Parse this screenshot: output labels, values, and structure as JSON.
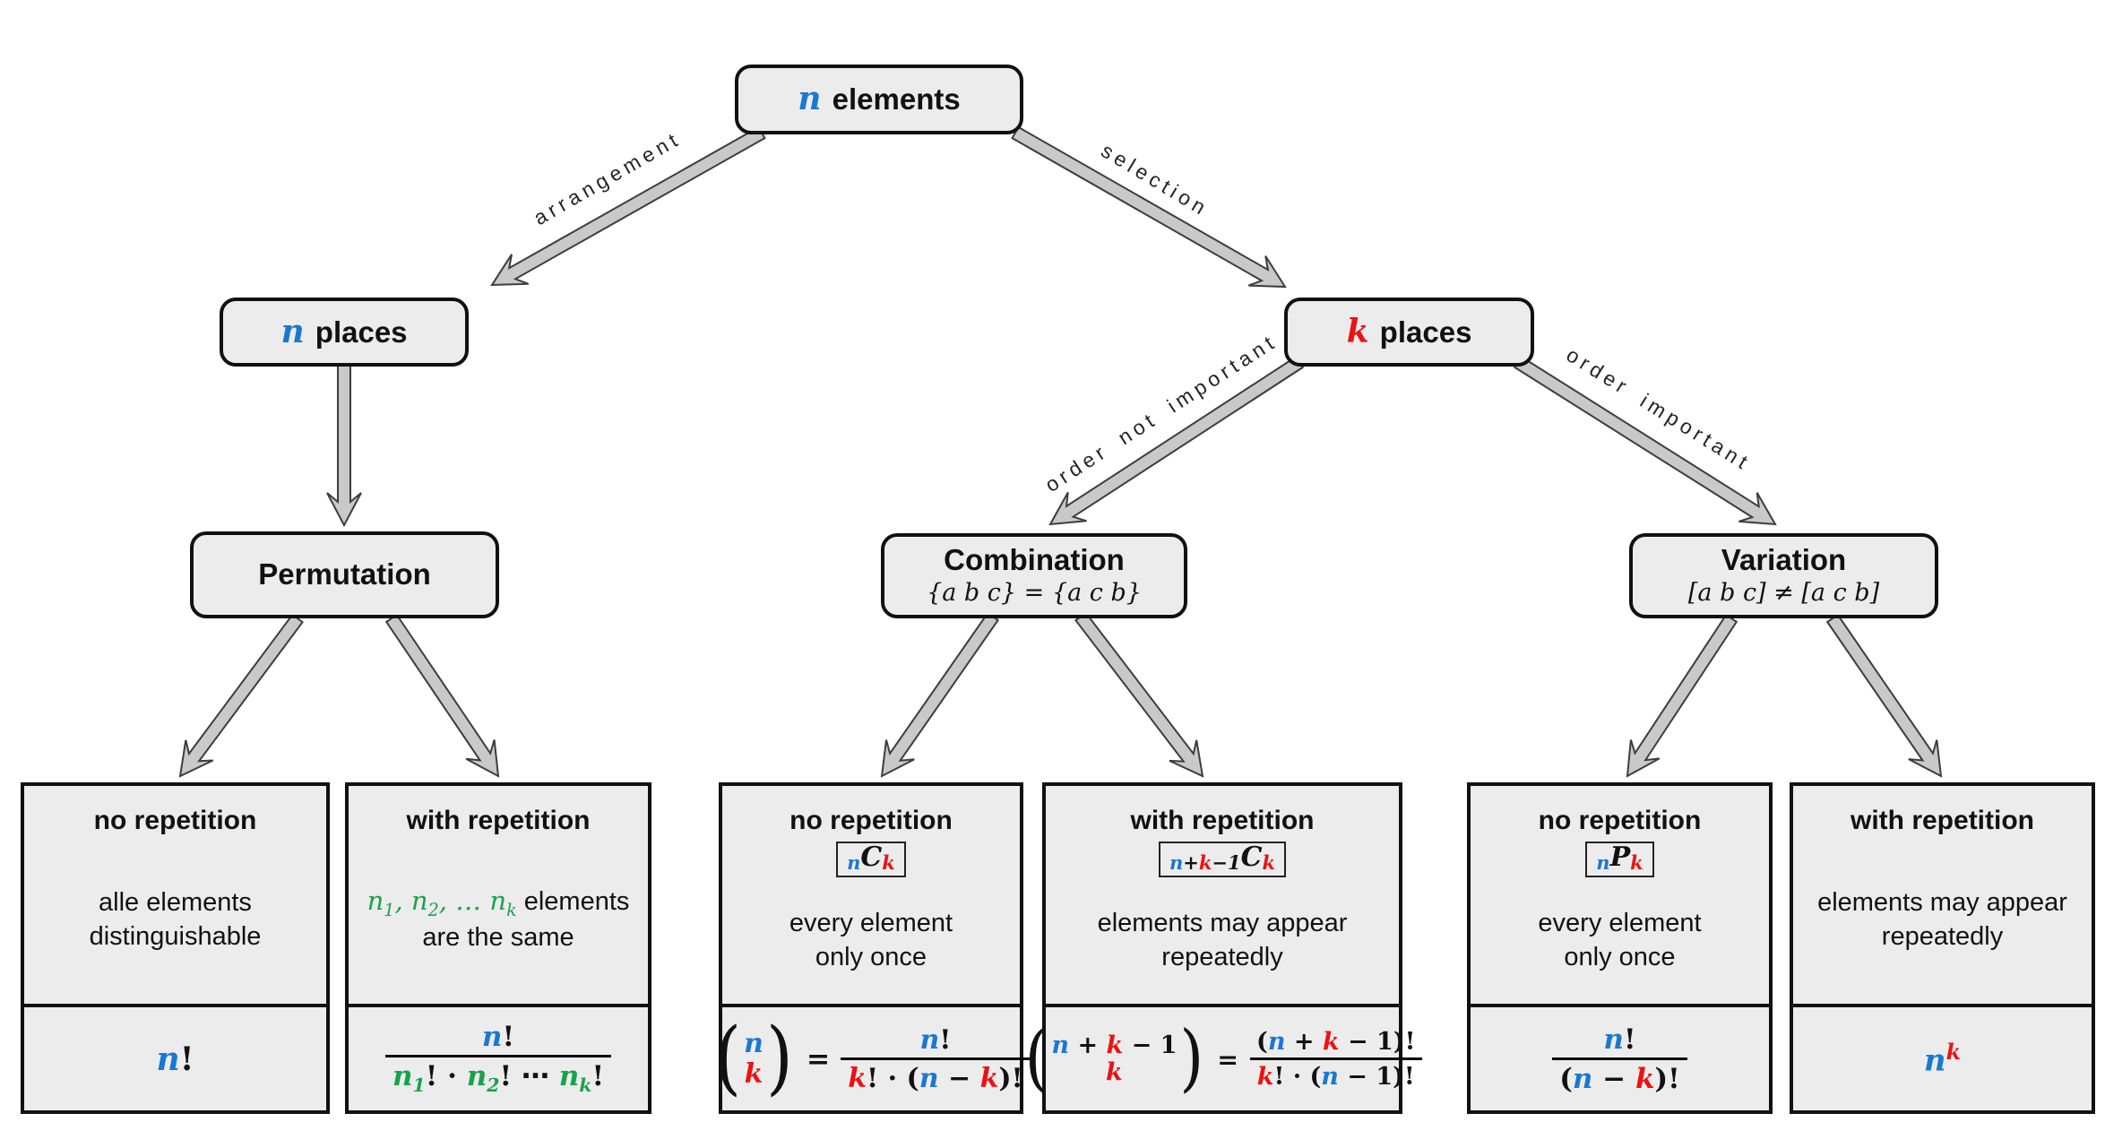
{
  "colors": {
    "blue": "#1a78d2",
    "red": "#ee1111",
    "green": "#17a34b",
    "node_fill": "#ececec",
    "border": "#111111",
    "arrow_fill": "#c9c9c9",
    "arrow_stroke": "#3d3d3d"
  },
  "nodes": {
    "root": {
      "var": "n",
      "rest": " elements"
    },
    "n_places": {
      "var": "n",
      "rest": " places"
    },
    "k_places": {
      "var": "k",
      "rest": " places"
    },
    "permutation": {
      "title": "Permutation"
    },
    "combination": {
      "title": "Combination",
      "math": "{a b c} = {a c b}"
    },
    "variation": {
      "title": "Variation",
      "math": "[a b c] ≠ [a c b]"
    }
  },
  "edges": {
    "arrangement": "arrangement",
    "selection": "selection",
    "order_not": "order not important",
    "order_imp": "order important"
  },
  "leaves": [
    {
      "title": "no repetition",
      "desc1": "alle elements",
      "desc2": "distinguishable",
      "f": {
        "n": "n",
        "bang": "!"
      }
    },
    {
      "title": "with repetition",
      "dm": {
        "n1": "n",
        "s1": "1",
        "c1": ", ",
        "n2": "n",
        "s2": "2",
        "c2": ", … ",
        "nk": "n",
        "sk": "k",
        "rest": " elements"
      },
      "desc2": "are the same",
      "f": {
        "num_n": "n",
        "num_b": "!",
        "d1n": "n",
        "d1s": "1",
        "d1b": "! · ",
        "d2n": "n",
        "d2s": "2",
        "d2b": "! ⋯ ",
        "dkn": "n",
        "dks": "k",
        "dkb": "!"
      }
    },
    {
      "title": "no repetition",
      "badge": {
        "pre": "n",
        "sym": "C",
        "post": "k"
      },
      "desc1": "every element",
      "desc2": "only once",
      "f": {
        "lp": "(",
        "top": "n",
        "bot": "k",
        "rp": ")",
        "eq": "=",
        "num_n": "n",
        "num_b": "!",
        "den_k": "k",
        "den_a": "! · (",
        "den_n": "n",
        "den_m": " − ",
        "den_k2": "k",
        "den_z": ")!"
      }
    },
    {
      "title": "with repetition",
      "badge": {
        "n": "n",
        "plus": "+",
        "k": "k",
        "m1": "−1",
        "sym": "C",
        "post": "k"
      },
      "desc1": "elements may appear",
      "desc2": "repeatedly",
      "f": {
        "lp": "(",
        "t_n": "n",
        "t_p": " + ",
        "t_k": "k",
        "t_m": " − 1",
        "b_k": "k",
        "rp": ")",
        "eq": "=",
        "n_o": "(",
        "n_n": "n",
        "n_p": " + ",
        "n_k": "k",
        "n_z": " − 1)!",
        "d_k": "k",
        "d_a": "! · (",
        "d_n": "n",
        "d_z": " − 1)!"
      }
    },
    {
      "title": "no repetition",
      "badge": {
        "pre": "n",
        "sym": "P",
        "post": "k"
      },
      "desc1": "every element",
      "desc2": "only once",
      "f": {
        "num_n": "n",
        "num_b": "!",
        "d_o": "(",
        "d_n": "n",
        "d_m": " − ",
        "d_k": "k",
        "d_z": ")!"
      }
    },
    {
      "title": "with repetition",
      "desc1": "elements may appear",
      "desc2": "repeatedly",
      "f": {
        "n": "n",
        "k": "k"
      }
    }
  ]
}
